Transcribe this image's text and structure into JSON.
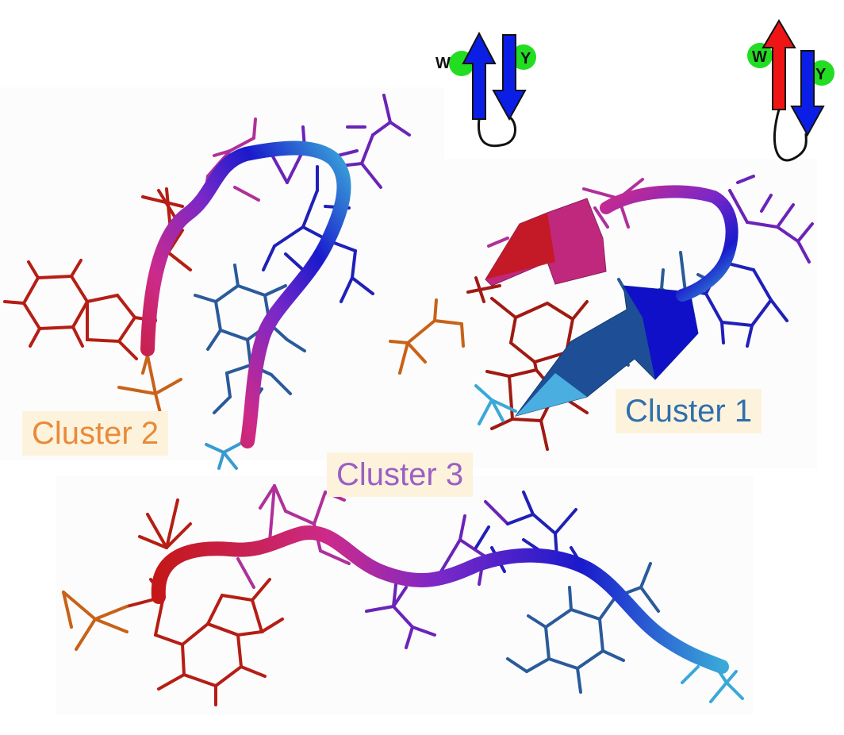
{
  "clusters": [
    {
      "id": "cluster-1",
      "label": "Cluster 1",
      "color": "#2f6fae"
    },
    {
      "id": "cluster-2",
      "label": "Cluster 2",
      "color": "#e88a3a"
    },
    {
      "id": "cluster-3",
      "label": "Cluster 3",
      "color": "#9c5fc4"
    }
  ],
  "topology": [
    {
      "id": "topology-left",
      "residue_a": "W",
      "residue_b": "Y",
      "strand_a_color": "#0a1ee6",
      "strand_b_color": "#0a1ee6"
    },
    {
      "id": "topology-right",
      "residue_a": "W",
      "residue_b": "Y",
      "strand_a_color": "#ef1515",
      "strand_b_color": "#0a1ee6"
    }
  ],
  "colors": {
    "residue_marker": "#22dd22",
    "gradient_stops": [
      "#c41818",
      "#cc2a8a",
      "#7a28c8",
      "#1a1acc",
      "#2a5aa8",
      "#3aa8d8"
    ]
  }
}
